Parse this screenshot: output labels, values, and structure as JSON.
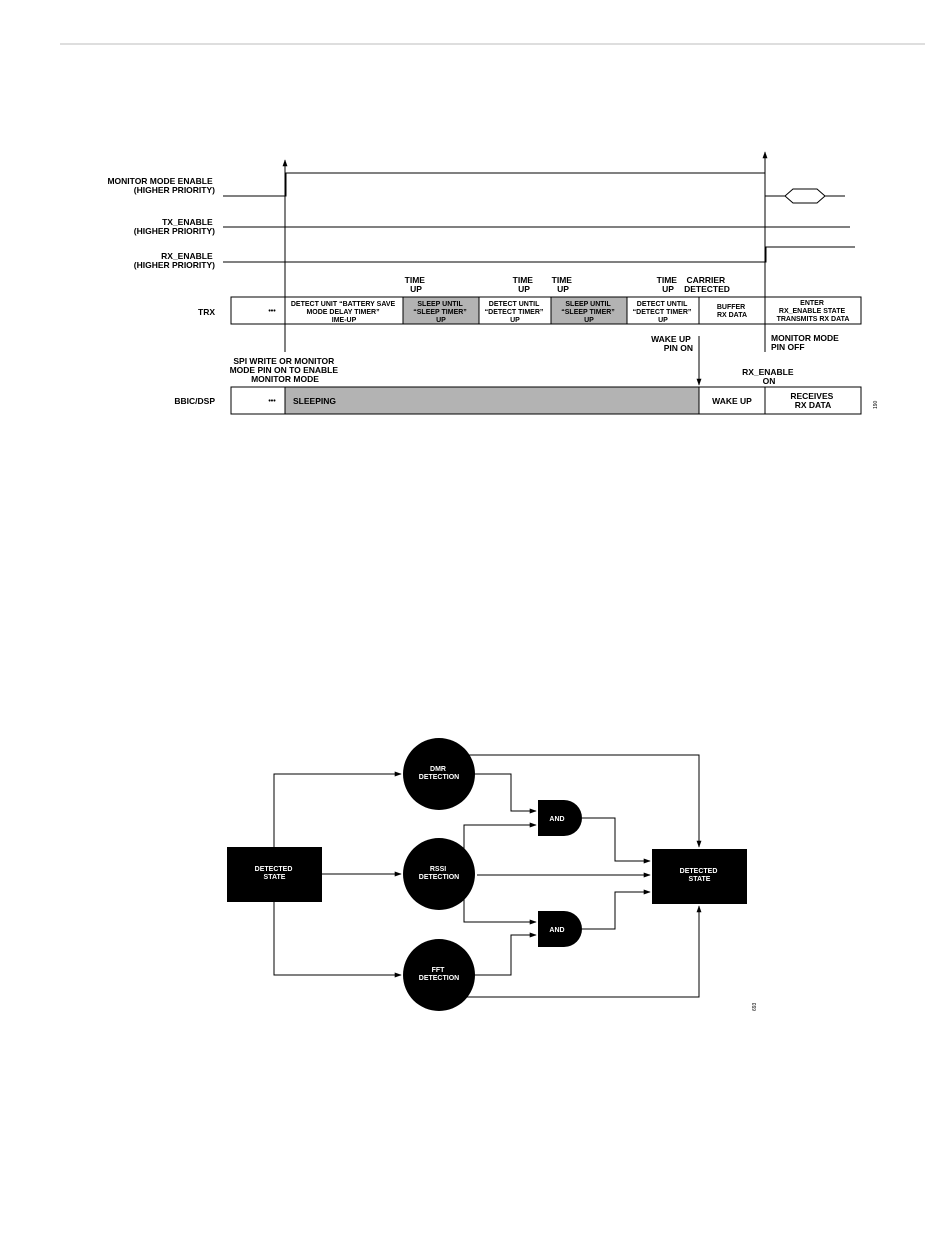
{
  "timing_diagram": {
    "signals": {
      "monitor_mode_enable": [
        "MONITOR MODE ENABLE",
        "(HIGHER PRIORITY)"
      ],
      "tx_enable": [
        "TX_ENABLE",
        "(HIGHER PRIORITY)"
      ],
      "rx_enable": [
        "RX_ENABLE",
        "(HIGHER PRIORITY)"
      ],
      "trx": "TRX",
      "bbic_dsp": "BBIC/DSP"
    },
    "time_labels": {
      "time_up_1": [
        "TIME",
        "UP"
      ],
      "time_up_2": [
        "TIME",
        "UP"
      ],
      "time_up_3": [
        "TIME",
        "UP"
      ],
      "time_up_4": [
        "TIME",
        "UP"
      ],
      "carrier_detected": [
        "CARRIER",
        "DETECTED"
      ]
    },
    "trx_row": {
      "ellipsis": "•••",
      "cells": [
        [
          "DETECT UNIT “BATTERY SAVE",
          "MODE DELAY TIMER”",
          "IME-UP"
        ],
        [
          "SLEEP UNTIL",
          "“SLEEP TIMER”",
          "UP"
        ],
        [
          "DETECT UNTIL",
          "“DETECT TIMER”",
          "UP"
        ],
        [
          "SLEEP UNTIL",
          "“SLEEP TIMER”",
          "UP"
        ],
        [
          "DETECT UNTIL",
          "“DETECT TIMER”",
          "UP"
        ],
        [
          "BUFFER",
          "RX DATA"
        ],
        [
          "ENTER",
          "RX_ENABLE STATE",
          "TRANSMITS RX DATA"
        ]
      ]
    },
    "annotations": {
      "spi_write": [
        "SPI WRITE OR MONITOR",
        "MODE PIN ON TO ENABLE",
        "MONITOR MODE"
      ],
      "wake_up_pin": [
        "WAKE UP",
        "PIN ON"
      ],
      "monitor_mode_pin_off": [
        "MONITOR MODE",
        "PIN OFF"
      ],
      "rx_enable_on": [
        "RX_ENABLE",
        "ON"
      ]
    },
    "bbic_row": {
      "ellipsis": "•••",
      "sleeping": "SLEEPING",
      "wake_up": "WAKE UP",
      "receives": [
        "RECEIVES",
        "RX DATA"
      ]
    },
    "figure_code": "190"
  },
  "detection_diagram": {
    "input_state": [
      "DETECTED",
      "STATE"
    ],
    "dmr": [
      "DMR",
      "DETECTION"
    ],
    "rssi": [
      "RSSI",
      "DETECTION"
    ],
    "fft": [
      "FFT",
      "DETECTION"
    ],
    "and_gate_top": "AND",
    "and_gate_bottom": "AND",
    "output_state": [
      "DETECTED",
      "STATE"
    ],
    "figure_code": "693"
  },
  "colors": {
    "shaded_cell": "#b3b3b3",
    "block_fill": "#000000",
    "line": "#000000"
  }
}
